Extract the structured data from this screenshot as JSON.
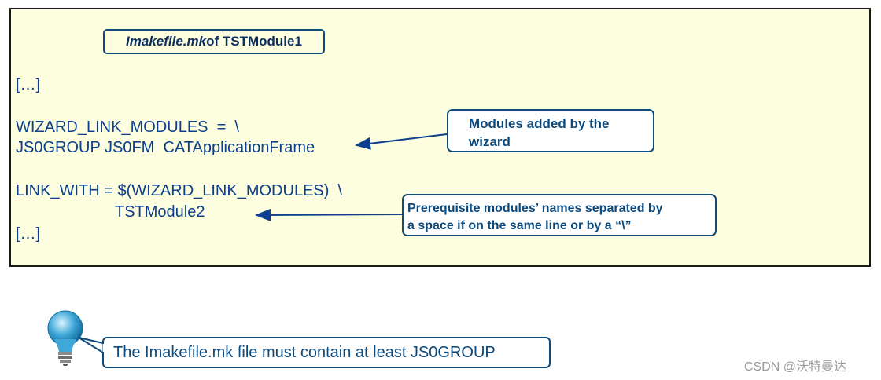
{
  "title_box": {
    "italic_part": "Imakefile.mk",
    "rest": " of TSTModule1"
  },
  "code_lines": {
    "ellipsis_top": "[…]",
    "wizard_line1": "WIZARD_LINK_MODULES  =  \\",
    "wizard_line2": "JS0GROUP JS0FM  CATApplicationFrame",
    "link_line1": "LINK_WITH = $(WIZARD_LINK_MODULES)  \\",
    "link_line2": "TSTModule2",
    "ellipsis_bottom": "[…]"
  },
  "callouts": {
    "modules_added": {
      "line1": "Modules added by the",
      "line2": "wizard"
    },
    "prerequisite": {
      "line1": "Prerequisite modules’ names separated by",
      "line2": "a space if on the same line or by a “\\”"
    }
  },
  "tip": {
    "icon": "lightbulb-icon",
    "text": "The Imakefile.mk file must contain at least JS0GROUP"
  },
  "watermark": "CSDN @沃特曼达",
  "colors": {
    "panel_bg": "#fdfde0",
    "code_text": "#0c3f8c",
    "callout_border": "#104a78"
  }
}
